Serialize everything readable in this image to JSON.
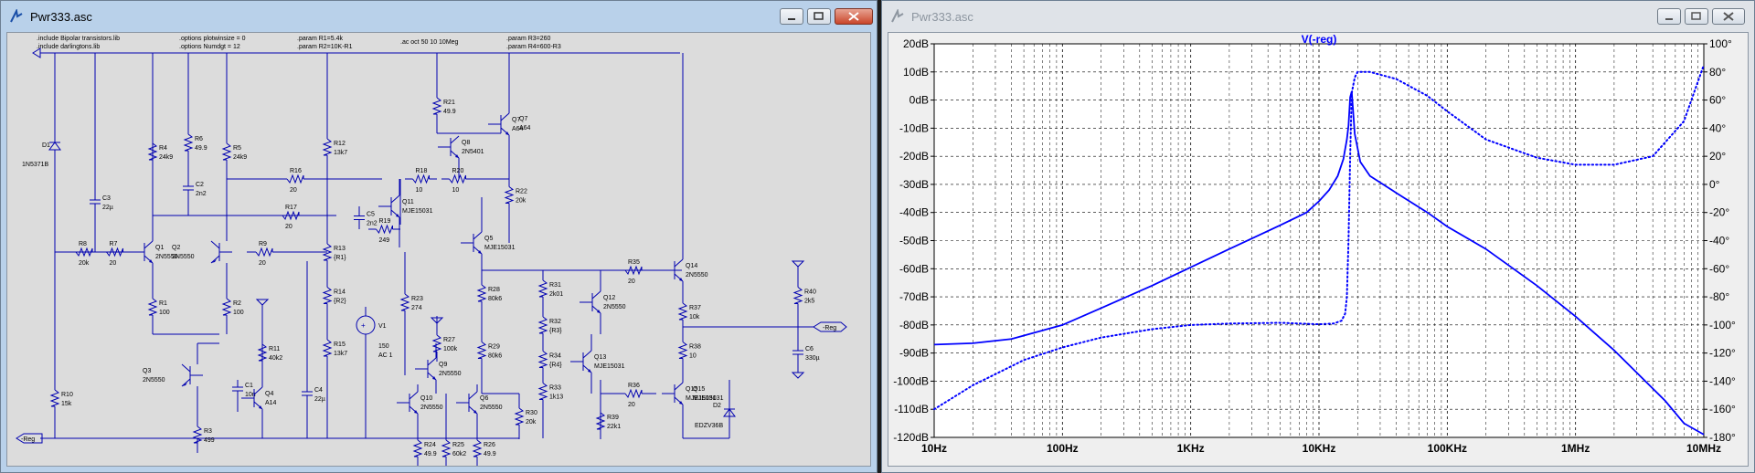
{
  "left_window": {
    "title": "Pwr333.asc",
    "directives": [
      ".include Bipolar transistors.lib",
      ".include darlingtons.lib",
      ".options plotwinsize = 0",
      ".options Numdgt = 12",
      ".param R1=5.4k",
      ".param R2=10K-R1",
      ".ac oct 50 10 10Meg",
      ".param R3=260",
      ".param R4=600-R3"
    ],
    "labels": {
      "D1": "D1",
      "D1v": "1N5371B",
      "C3": "C3",
      "C3v": "22µ",
      "R8": "R8",
      "R8v": "20k",
      "R7": "R7",
      "R7v": "20",
      "Q1": "Q1",
      "Q1v": "2N5550",
      "R4": "R4",
      "R4v": "24k9",
      "R6": "R6",
      "R6v": "49.9",
      "C2": "C2",
      "C2v": "2n2",
      "R5": "R5",
      "R5v": "24k9",
      "Q2": "Q2",
      "Q2v": "2N5550",
      "R9": "R9",
      "R9v": "20",
      "R1": "R1",
      "R1v": "100",
      "R2": "R2",
      "R2v": "100",
      "R16": "R16",
      "R16v": "20",
      "R17": "R17",
      "R17v": "20",
      "R12": "R12",
      "R12v": "13k7",
      "R13": "R13",
      "R13v": "{R1}",
      "R14": "R14",
      "R14v": "{R2}",
      "R15": "R15",
      "R15v": "13k7",
      "R11": "R11",
      "R11v": "40k2",
      "Q3": "Q3",
      "Q3v": "2N5550",
      "C1": "C1",
      "C1v": "10n",
      "Q4": "Q4",
      "Q4v": "A14",
      "C4": "C4",
      "C4v": "22µ",
      "R3": "R3",
      "R3v": "499",
      "R10": "R10",
      "R10v": "15k",
      "V1": "V1",
      "V1v": "150",
      "V1ac": "AC 1",
      "R21": "R21",
      "R21v": "49.9",
      "Q7": "Q7",
      "Q7v": "A64",
      "Q8": "Q8",
      "Q8v": "2N5401",
      "R18": "R18",
      "R18v": "10",
      "R20": "R20",
      "R20v": "10",
      "R22": "R22",
      "R22v": "20k",
      "Q11": "Q11",
      "Q11v": "MJE15031",
      "C5": "C5",
      "C5v": "2n2",
      "R19": "R19",
      "R19v": "249",
      "Q5": "Q5",
      "Q5v": "MJE15031",
      "R23": "R23",
      "R23v": "274",
      "R27": "R27",
      "R27v": "100k",
      "Q9": "Q9",
      "Q9v": "2N5550",
      "Q10": "Q10",
      "Q10v": "2N5550",
      "Q6": "Q6",
      "Q6v": "2N5550",
      "R24": "R24",
      "R24v": "49.9",
      "R25": "R25",
      "R25v": "60k2",
      "R26": "R26",
      "R26v": "49.9",
      "R28": "R28",
      "R28v": "80k6",
      "R29": "R29",
      "R29v": "80k6",
      "R30": "R30",
      "R30v": "20k",
      "R31": "R31",
      "R31v": "2k01",
      "R32": "R32",
      "R32v": "{R3}",
      "R34": "R34",
      "R34v": "{R4}",
      "R33": "R33",
      "R33v": "1k13",
      "Q12": "Q12",
      "Q12v": "2N5550",
      "Q13": "Q13",
      "Q13v": "MJE15031",
      "R35": "R35",
      "R35v": "20",
      "Q14": "Q14",
      "Q14v": "2N5550",
      "R37": "R37",
      "R37v": "10k",
      "R38": "R38",
      "R38v": "10",
      "R36": "R36",
      "R36v": "20",
      "Q15": "Q15",
      "Q15v": "MJE15031",
      "R39": "R39",
      "R39v": "22k1",
      "D2": "D2",
      "D2v": "EDZV36B",
      "R40": "R40",
      "R40v": "2k5",
      "C6": "C6",
      "C6v": "330µ",
      "net_reg_out": "-Reg",
      "net_reg_in": "-Reg"
    }
  },
  "right_window": {
    "title": "Pwr333.asc",
    "trace_label": "V(-reg)",
    "colors": {
      "trace": "#0000ff",
      "grid": "#000000",
      "background": "#ffffff"
    }
  },
  "chart_data": {
    "type": "line",
    "title": "V(-reg)",
    "xscale": "log",
    "xlim": [
      10,
      10000000
    ],
    "x_ticks": [
      "10Hz",
      "100Hz",
      "1KHz",
      "10KHz",
      "100KHz",
      "1MHz",
      "10MHz"
    ],
    "ylim_left": [
      -120,
      20
    ],
    "y_ticks_left": [
      "20dB",
      "10dB",
      "0dB",
      "-10dB",
      "-20dB",
      "-30dB",
      "-40dB",
      "-50dB",
      "-60dB",
      "-70dB",
      "-80dB",
      "-90dB",
      "-100dB",
      "-110dB",
      "-120dB"
    ],
    "ylim_right": [
      -180,
      100
    ],
    "y_ticks_right": [
      "100°",
      "80°",
      "60°",
      "40°",
      "20°",
      "0°",
      "-20°",
      "-40°",
      "-60°",
      "-80°",
      "-100°",
      "-120°",
      "-140°",
      "-160°",
      "-180°"
    ],
    "grid": true,
    "series": [
      {
        "style": "solid",
        "axis": "left",
        "x": [
          10,
          20,
          40,
          100,
          200,
          500,
          1000,
          2000,
          5000,
          8000,
          10000,
          12000,
          14000,
          15500,
          16500,
          17000,
          17500,
          18000,
          19000,
          21000,
          25000,
          40000,
          70000,
          100000,
          200000,
          500000,
          1000000,
          2000000,
          5000000,
          7000000,
          10000000
        ],
        "y": [
          -87,
          -86.5,
          -85,
          -80,
          -74,
          -66,
          -59.5,
          -53,
          -44.5,
          -40,
          -36,
          -32,
          -27,
          -21,
          -14,
          -9,
          1,
          3,
          -12,
          -22,
          -27,
          -33,
          -40,
          -45,
          -53,
          -66,
          -77,
          -89,
          -107,
          -115,
          -119
        ]
      },
      {
        "style": "dotted",
        "axis": "right",
        "x": [
          10,
          20,
          50,
          100,
          200,
          500,
          1000,
          2000,
          5000,
          10000,
          13000,
          15000,
          16000,
          16500,
          17000,
          17500,
          18000,
          19000,
          20000,
          25000,
          40000,
          70000,
          100000,
          200000,
          500000,
          1000000,
          2000000,
          4000000,
          7000000,
          10000000
        ],
        "y": [
          -160,
          -143,
          -125,
          -116,
          -109,
          -103,
          -100,
          -99,
          -98.5,
          -99.5,
          -99,
          -97,
          -92,
          -80,
          -40,
          20,
          65,
          76,
          80,
          80,
          75,
          63,
          52,
          32,
          19,
          14,
          14,
          20,
          45,
          85
        ]
      }
    ]
  }
}
